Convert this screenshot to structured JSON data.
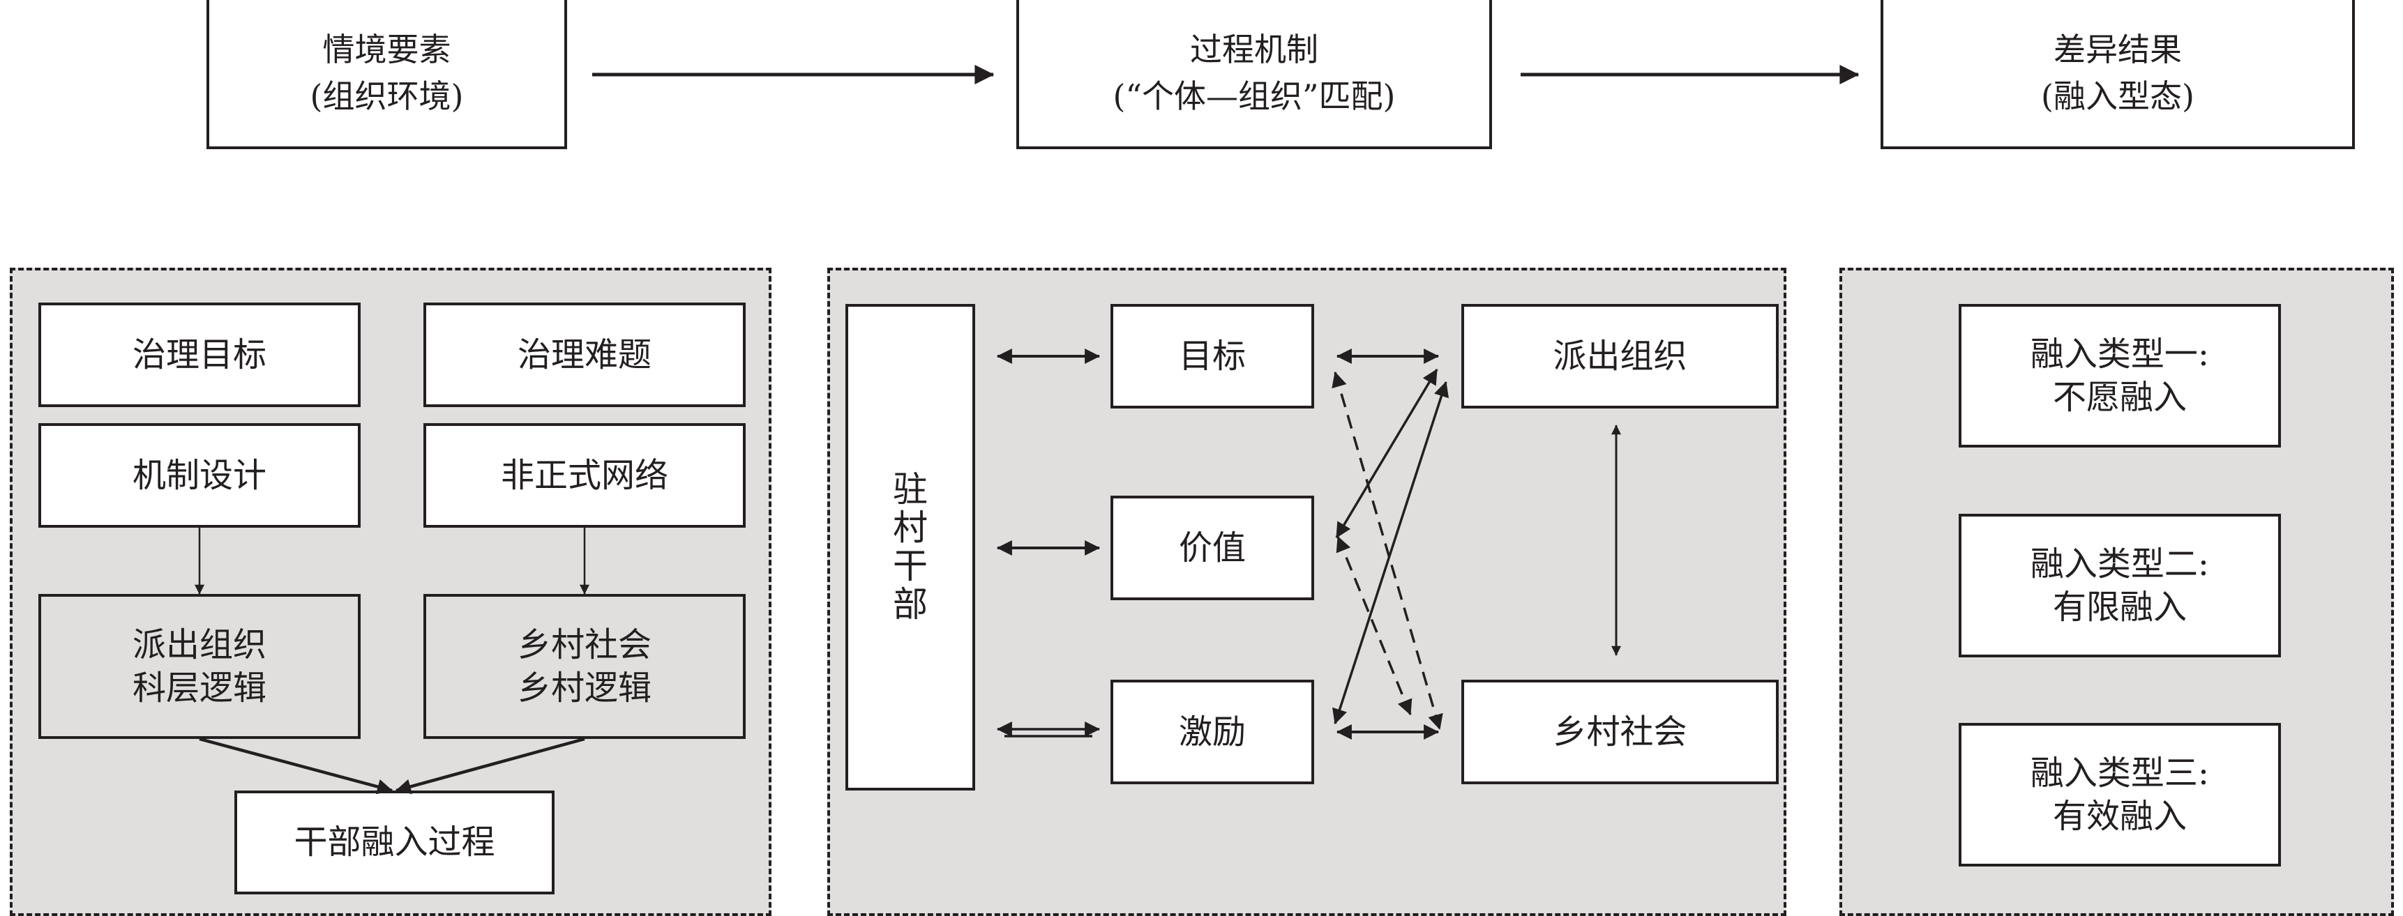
{
  "top_row": [
    {
      "id": "context",
      "line1": "情境要素",
      "line2": "(组织环境)"
    },
    {
      "id": "process",
      "line1": "过程机制",
      "line2": "(“个体—组织”匹配)"
    },
    {
      "id": "outcome",
      "line1": "差异结果",
      "line2": "(融入型态)"
    }
  ],
  "left_panel": {
    "governance_goal": "治理目标",
    "governance_problem": "治理难题",
    "mechanism_design": "机制设计",
    "informal_network": "非正式网络",
    "dispatch_org": {
      "line1": "派出组织",
      "line2": "科层逻辑"
    },
    "rural_society": {
      "line1": "乡村社会",
      "line2": "乡村逻辑"
    },
    "integration_process": "干部融入过程"
  },
  "middle_panel": {
    "cadre": [
      "驻",
      "村",
      "干",
      "部"
    ],
    "goal": "目标",
    "value": "价值",
    "incentive": "激励",
    "dispatch_org": "派出组织",
    "rural_society": "乡村社会"
  },
  "right_panel": [
    {
      "line1": "融入类型一:",
      "line2": "不愿融入"
    },
    {
      "line1": "融入类型二:",
      "line2": "有限融入"
    },
    {
      "line1": "融入类型三:",
      "line2": "有效融入"
    }
  ],
  "colors": {
    "stroke": "#231f20",
    "panel_fill": "#e0dfde",
    "box_fill": "#ffffff"
  }
}
